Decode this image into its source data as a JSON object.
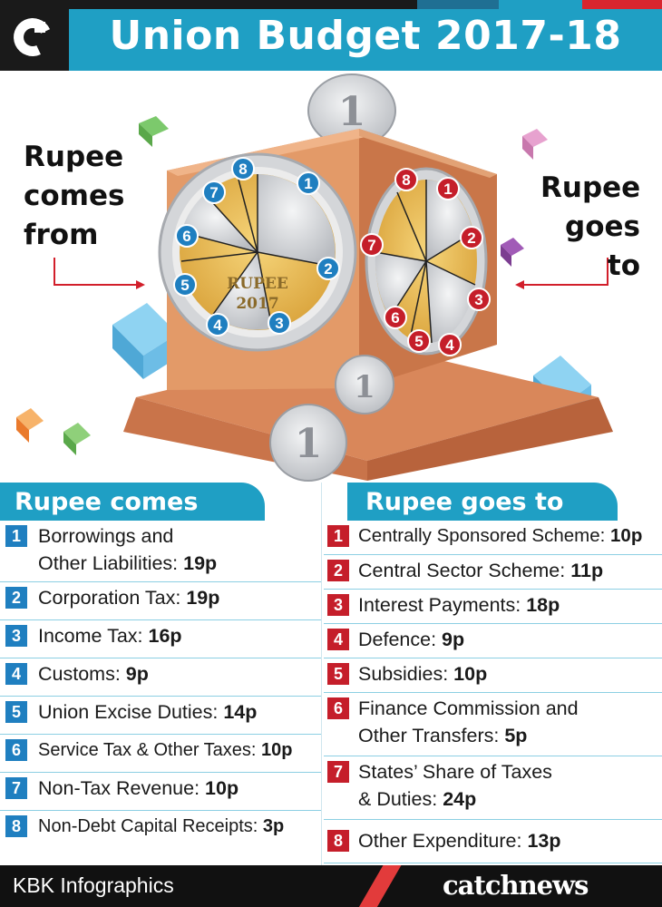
{
  "colors": {
    "header_bg": "#1f9fc4",
    "accent_blue": "#1f7fc0",
    "accent_red": "#c51e2a",
    "box_copper": "#d98a5a",
    "coin_gold": "#e8b94a",
    "coin_silver": "#c9ccd0",
    "footer_bg": "#111111"
  },
  "header": {
    "title": "Union Budget 2017-18",
    "logo_icon": "catch-c-logo"
  },
  "illustration": {
    "left_label": [
      "Rupee",
      "comes",
      "from"
    ],
    "right_label": [
      "Rupee",
      "goes to"
    ],
    "left_wheel_numbers": [
      "1",
      "2",
      "3",
      "4",
      "5",
      "6",
      "7",
      "8"
    ],
    "right_wheel_numbers": [
      "1",
      "2",
      "3",
      "4",
      "5",
      "6",
      "7",
      "8"
    ],
    "coin_text": [
      "RUPEE",
      "2017"
    ]
  },
  "comes_from": {
    "heading": "Rupee comes from",
    "items": [
      {
        "num": "1",
        "label": "Borrowings and",
        "label2": "Other Liabilities: ",
        "value": "19p"
      },
      {
        "num": "2",
        "label": "Corporation Tax: ",
        "value": "19p"
      },
      {
        "num": "3",
        "label": "Income Tax: ",
        "value": "16p"
      },
      {
        "num": "4",
        "label": "Customs: ",
        "value": "9p"
      },
      {
        "num": "5",
        "label": "Union Excise Duties: ",
        "value": "14p"
      },
      {
        "num": "6",
        "label": "Service Tax & Other Taxes: ",
        "value": "10p"
      },
      {
        "num": "7",
        "label": "Non-Tax Revenue: ",
        "value": "10p"
      },
      {
        "num": "8",
        "label": "Non-Debt Capital Receipts: ",
        "value": "3p"
      }
    ]
  },
  "goes_to": {
    "heading": "Rupee goes to",
    "items": [
      {
        "num": "1",
        "label": "Centrally Sponsored Scheme: ",
        "value": "10p"
      },
      {
        "num": "2",
        "label": "Central Sector Scheme: ",
        "value": "11p"
      },
      {
        "num": "3",
        "label": "Interest Payments: ",
        "value": "18p"
      },
      {
        "num": "4",
        "label": "Defence: ",
        "value": "9p"
      },
      {
        "num": "5",
        "label": "Subsidies: ",
        "value": "10p"
      },
      {
        "num": "6",
        "label": "Finance Commission and",
        "label2": "Other Transfers: ",
        "value": "5p"
      },
      {
        "num": "7",
        "label": "States’ Share of Taxes",
        "label2": "& Duties: ",
        "value": "24p"
      },
      {
        "num": "8",
        "label": "Other Expenditure: ",
        "value": "13p"
      }
    ]
  },
  "footer": {
    "credit": "KBK Infographics",
    "brand": "catchnews"
  }
}
